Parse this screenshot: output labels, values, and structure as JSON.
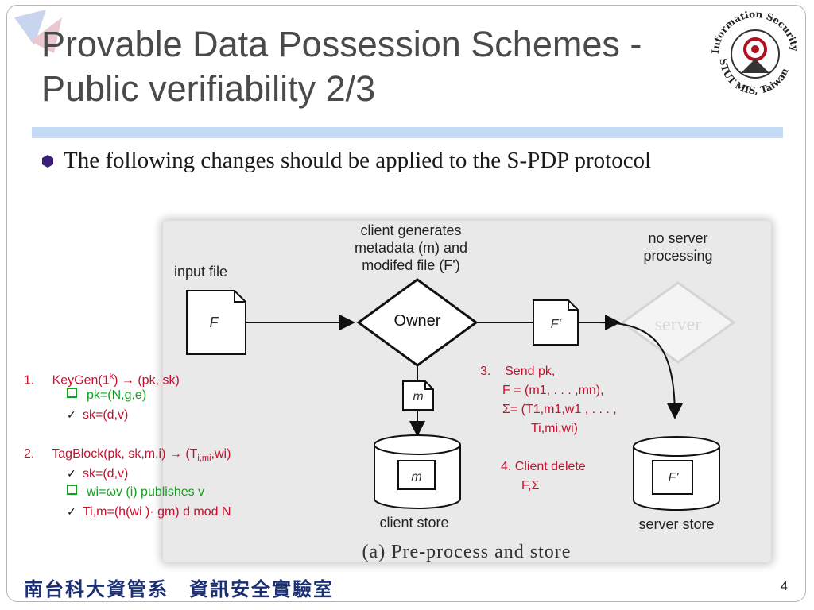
{
  "slide": {
    "title_line1": "Provable Data Possession Schemes -",
    "title_line2": "Public verifiability 2/3",
    "bullet": "The following changes should be applied to the S-PDP protocol",
    "page_number": "4",
    "footer": "南台科大資管系　資訊安全實驗室",
    "logo": {
      "top_text": "Information Security Lab.",
      "bottom_text": "STUT MIS, Taiwan"
    }
  },
  "diagram": {
    "input_file_label": "input file",
    "file_f": "F",
    "client_gen_1": "client generates",
    "client_gen_2": "metadata (m) and",
    "client_gen_3": "modifed file (F')",
    "owner": "Owner",
    "file_fprime": "F'",
    "no_server_1": "no server",
    "no_server_2": "processing",
    "server": "server",
    "meta_m": "m",
    "client_store_m": "m",
    "client_store": "client store",
    "server_store_f": "F'",
    "server_store": "server store",
    "caption": "(a) Pre-process and store"
  },
  "steps": {
    "s1_num": "1.",
    "s1_main": "KeyGen(1",
    "s1_sup": "k",
    "s1_tail": ") → (pk, sk)",
    "s1_pk": "pk=(N,g,e)",
    "s1_sk": "sk=(d,v)",
    "s2_num": "2.",
    "s2_main": "TagBlock(pk, sk,m,i) → (T",
    "s2_sub": "i,mi",
    "s2_tail": ",wi)",
    "s2_sk": "sk=(d,v)",
    "s2_w": "wi=ωv (i)    publishes  v",
    "s2_T": "Ti,m=(h(wi )· gm) d mod N",
    "s3_num": "3.",
    "s3_a": "Send pk,",
    "s3_b": "F = (m1, . . . ,mn),",
    "s3_c": "Σ= (T1,m1,w1 , . . . ,",
    "s3_d": "Ti,mi,wi)",
    "s4_a": "4.  Client  delete",
    "s4_b": "F,Σ"
  },
  "colors": {
    "title": "#4a4a4a",
    "rule": "#c5daf4",
    "bullet": "#3b1f7a",
    "red": "#c8102e",
    "green": "#12a01e",
    "footer": "#1b2f72"
  }
}
